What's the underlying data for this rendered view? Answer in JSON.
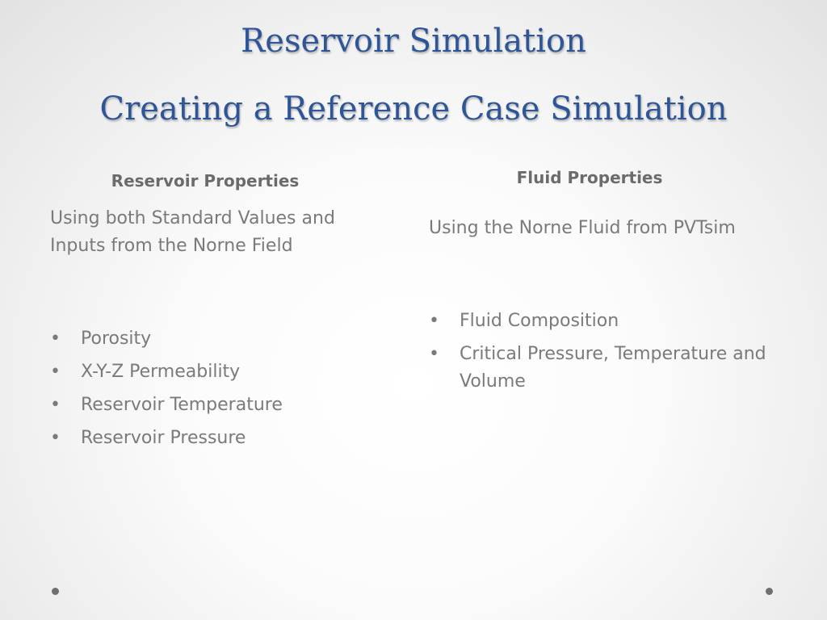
{
  "slide": {
    "title_line_1": "Reservoir Simulation",
    "title_line_2": "Creating a Reference Case Simulation",
    "left_column": {
      "heading": "Reservoir Properties",
      "intro": "Using both Standard Values and Inputs from the Norne Field",
      "bullets": [
        "Porosity",
        "X-Y-Z Permeability",
        "Reservoir Temperature",
        "Reservoir Pressure"
      ]
    },
    "right_column": {
      "heading": "Fluid Properties",
      "intro": "Using the Norne Fluid from PVTsim",
      "bullets": [
        "Fluid Composition",
        "Critical Pressure, Temperature and Volume"
      ]
    },
    "bullet_glyph": "•"
  },
  "colors": {
    "title": "#2e5597",
    "body_text": "#7a7a7a",
    "heading_text": "#6b6b6b"
  }
}
